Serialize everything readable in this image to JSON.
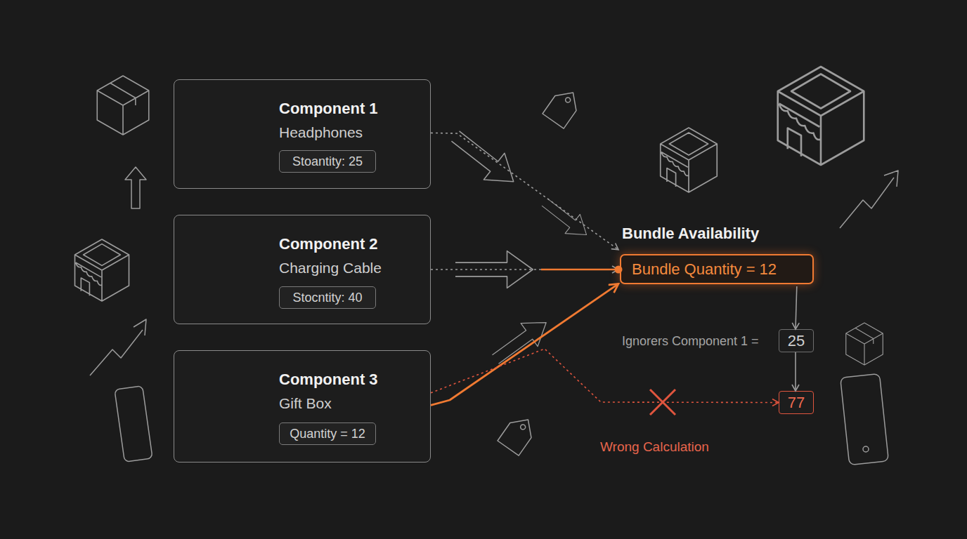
{
  "diagram": {
    "nodes": [
      {
        "text": [
          "Component 1",
          "Headphones"
        ]
      },
      {
        "text": [
          "Stoantity: 25"
        ],
        "in": 0
      },
      {
        "text": [
          "Component 2",
          "Charging Cable"
        ]
      },
      {
        "text": [
          "Stocntity: 40"
        ],
        "in": 2
      },
      {
        "text": [
          "Component 3",
          "Gift Box"
        ]
      },
      {
        "text": [
          "Quantity = 12"
        ],
        "in": 4
      },
      {
        "text": [
          "Bundle Availability",
          "Bundle Quantity = 12"
        ]
      },
      {
        "text": [
          "25"
        ]
      },
      {
        "text": [
          "77"
        ]
      }
    ],
    "edges": [
      {
        "from": 0,
        "to": 6,
        "arrow": "to"
      },
      {
        "from": 2,
        "to": 6,
        "arrow": "to"
      },
      {
        "from": 4,
        "to": 6,
        "arrow": "to"
      },
      {
        "from": 6,
        "to": 7,
        "arrow": "to"
      },
      {
        "from": 7,
        "to": 8,
        "arrow": "to"
      },
      {
        "from": 4,
        "to": 8,
        "label": "Wrong Calculation",
        "arrow": "to"
      }
    ],
    "labels": [
      "Ignorers Component 1 ="
    ]
  }
}
